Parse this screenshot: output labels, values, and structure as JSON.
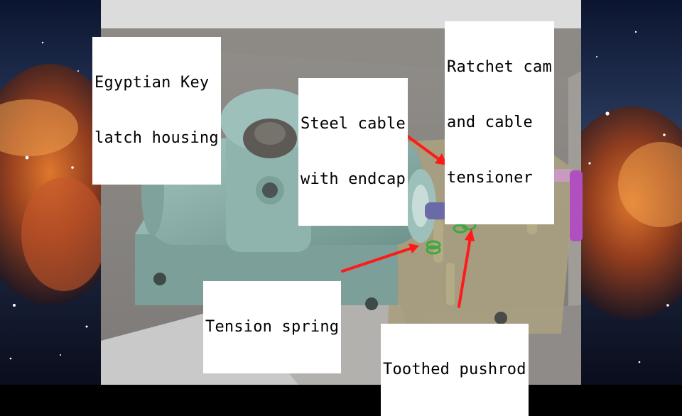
{
  "labels": {
    "housing": [
      "Egyptian Key",
      "latch housing"
    ],
    "cable": [
      "Steel cable",
      "with endcap"
    ],
    "ratchet": [
      "Ratchet cam",
      "and cable",
      "tensioner"
    ],
    "spring": [
      "Tension spring"
    ],
    "pushrod": [
      "Toothed pushrod"
    ]
  },
  "colors": {
    "arrow": "#ff1a1a",
    "housing": "#8fb3ad",
    "plate": "#b8ad86",
    "cam": "#4fa34a",
    "pushrod": "#6b6aa8",
    "tensioner_rod": "#c79ac0",
    "background_render": "#8a8784"
  }
}
